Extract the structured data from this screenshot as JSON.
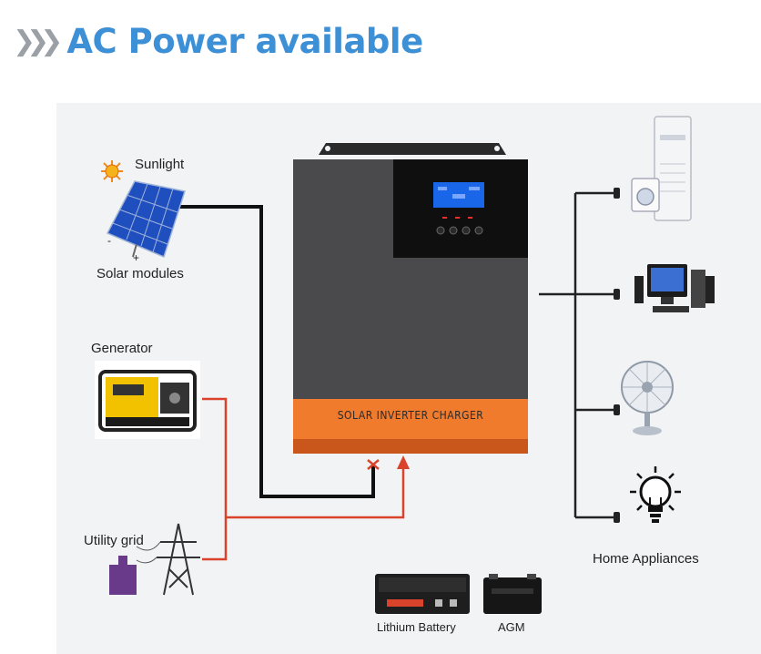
{
  "header": {
    "title": "AC Power available",
    "chevron_icon": "chevron-triple-right-icon"
  },
  "sources": {
    "sunlight": "Sunlight",
    "solar_modules": "Solar modules",
    "generator": "Generator",
    "utility_grid": "Utility grid",
    "solar_polarity_neg": "-",
    "solar_polarity_pos": "+"
  },
  "inverter": {
    "label": "SOLAR INVERTER CHARGER"
  },
  "outputs": {
    "label": "Home Appliances"
  },
  "batteries": {
    "lithium": "Lithium Battery",
    "agm": "AGM"
  },
  "colors": {
    "title": "#3d8fd6",
    "solar_line": "#111111",
    "ac_line": "#d9432b",
    "inverter_body": "#4a4a4c",
    "inverter_band": "#f07b2d"
  }
}
